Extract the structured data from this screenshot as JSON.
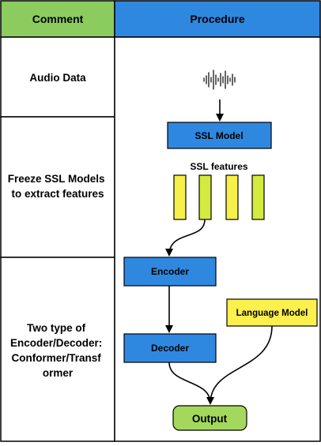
{
  "header": {
    "comment_label": "Comment",
    "procedure_label": "Procedure"
  },
  "rows": [
    {
      "comment": "Audio Data"
    },
    {
      "comment": "Freeze SSL Models to extract features"
    },
    {
      "comment": "Two type of Encoder/Decoder: Conformer/Transformer"
    }
  ],
  "rows_display": [
    [
      "Audio Data"
    ],
    [
      "Freeze SSL Models",
      "to extract features"
    ],
    [
      "Two type of",
      "Encoder/Decoder:",
      "Conformer/Transf",
      "ormer"
    ]
  ],
  "nodes": {
    "ssl_model": "SSL Model",
    "ssl_features": "SSL features",
    "encoder": "Encoder",
    "decoder": "Decoder",
    "language_model": "Language Model",
    "output": "Output"
  },
  "icons": {
    "audio": "audio-waveform-icon"
  },
  "colors": {
    "header_comment_bg": "#8ccb5e",
    "header_procedure_bg": "#2f88e0",
    "ssl_model": "#2f88e0",
    "encoder": "#2f88e0",
    "decoder": "#2f88e0",
    "ssl_feature_yellow": "#f7f04b",
    "ssl_feature_green": "#d3ea3e",
    "language_model": "#fbf04d",
    "output": "#a4d85c",
    "border": "#000000"
  }
}
